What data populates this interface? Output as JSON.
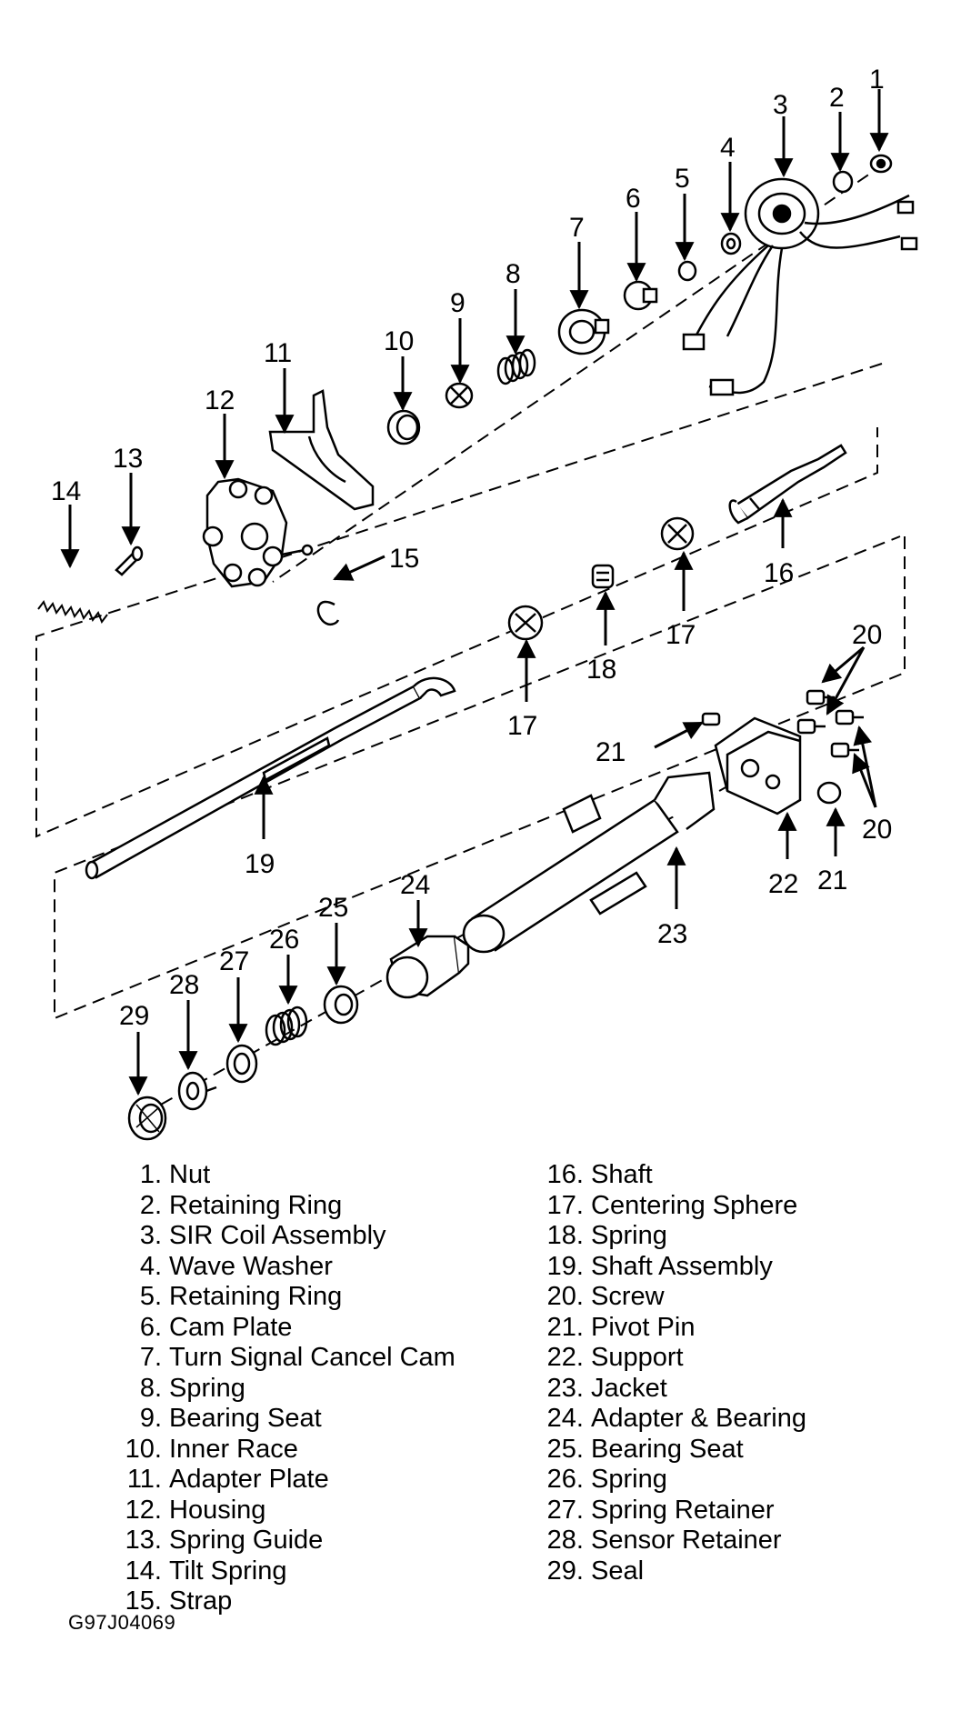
{
  "callouts": [
    {
      "n": "1"
    },
    {
      "n": "2"
    },
    {
      "n": "3"
    },
    {
      "n": "4"
    },
    {
      "n": "5"
    },
    {
      "n": "6"
    },
    {
      "n": "7"
    },
    {
      "n": "8"
    },
    {
      "n": "9"
    },
    {
      "n": "10"
    },
    {
      "n": "11"
    },
    {
      "n": "12"
    },
    {
      "n": "13"
    },
    {
      "n": "14"
    },
    {
      "n": "15"
    },
    {
      "n": "16"
    },
    {
      "n": "17"
    },
    {
      "n": "17"
    },
    {
      "n": "18"
    },
    {
      "n": "19"
    },
    {
      "n": "20"
    },
    {
      "n": "20"
    },
    {
      "n": "21"
    },
    {
      "n": "21"
    },
    {
      "n": "22"
    },
    {
      "n": "23"
    },
    {
      "n": "24"
    },
    {
      "n": "25"
    },
    {
      "n": "26"
    },
    {
      "n": "27"
    },
    {
      "n": "28"
    },
    {
      "n": "29"
    }
  ],
  "legend": {
    "left": [
      {
        "num": "1.",
        "name": "Nut"
      },
      {
        "num": "2.",
        "name": "Retaining Ring"
      },
      {
        "num": "3.",
        "name": "SIR Coil Assembly"
      },
      {
        "num": "4.",
        "name": "Wave Washer"
      },
      {
        "num": "5.",
        "name": "Retaining Ring"
      },
      {
        "num": "6.",
        "name": "Cam Plate"
      },
      {
        "num": "7.",
        "name": "Turn Signal Cancel Cam"
      },
      {
        "num": "8.",
        "name": "Spring"
      },
      {
        "num": "9.",
        "name": "Bearing Seat"
      },
      {
        "num": "10.",
        "name": "Inner Race"
      },
      {
        "num": "11.",
        "name": "Adapter Plate"
      },
      {
        "num": "12.",
        "name": "Housing"
      },
      {
        "num": "13.",
        "name": "Spring Guide"
      },
      {
        "num": "14.",
        "name": "Tilt Spring"
      },
      {
        "num": "15.",
        "name": "Strap"
      }
    ],
    "right": [
      {
        "num": "16.",
        "name": "Shaft"
      },
      {
        "num": "17.",
        "name": "Centering Sphere"
      },
      {
        "num": "18.",
        "name": "Spring"
      },
      {
        "num": "19.",
        "name": "Shaft Assembly"
      },
      {
        "num": "20.",
        "name": "Screw"
      },
      {
        "num": "21.",
        "name": "Pivot Pin"
      },
      {
        "num": "22.",
        "name": "Support"
      },
      {
        "num": "23.",
        "name": "Jacket"
      },
      {
        "num": "24.",
        "name": "Adapter & Bearing"
      },
      {
        "num": "25.",
        "name": "Bearing Seat"
      },
      {
        "num": "26.",
        "name": "Spring"
      },
      {
        "num": "27.",
        "name": "Spring Retainer"
      },
      {
        "num": "28.",
        "name": "Sensor Retainer"
      },
      {
        "num": "29.",
        "name": "Seal"
      }
    ]
  },
  "reference_code": "G97J04069"
}
